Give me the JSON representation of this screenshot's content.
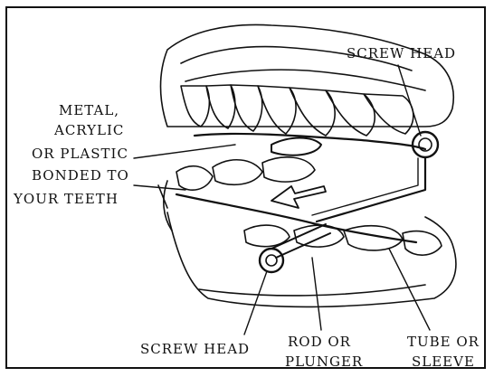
{
  "labels": {
    "screw_head_top": "SCREW HEAD",
    "bonded_line1": "METAL,",
    "bonded_line2": "ACRYLIC",
    "bonded_line3": "OR PLASTIC",
    "bonded_line4": "BONDED TO",
    "bonded_line5": "YOUR TEETH",
    "screw_head_bottom": "SCREW HEAD",
    "rod_line1": "ROD OR",
    "rod_line2": "PLUNGER",
    "tube_line1": "TUBE OR",
    "tube_line2": "SLEEVE"
  },
  "colors": {
    "ink": "#111111",
    "paper": "#ffffff"
  }
}
